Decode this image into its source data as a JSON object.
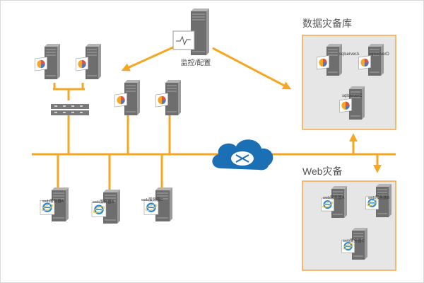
{
  "colors": {
    "link": "#f5a623",
    "tower_front": "#6e6e6e",
    "tower_side": "#9a9a9a",
    "tower_top": "#b5b5b5",
    "box_fill": "#e6e6e6",
    "box_stroke": "#f0a848",
    "cloud": "#1a6fb5",
    "ie_blue": "#2b8ad6"
  },
  "monitor": {
    "label": "监控/配置"
  },
  "dr_db": {
    "title": "数据灾备库",
    "servers": [
      {
        "label": "sqlserverA"
      },
      {
        "label": "sqlserverD"
      },
      {
        "label": "sqlserverC"
      }
    ]
  },
  "web_dr": {
    "title": "Web灾备",
    "servers": [
      {
        "label": "web服务器A"
      },
      {
        "label": "web服务器B"
      },
      {
        "label": "web服务器C"
      }
    ]
  },
  "web_servers": [
    {
      "label": "web服务器A"
    },
    {
      "label": "web服务器B"
    },
    {
      "label": "web服务器C"
    }
  ],
  "icons": {
    "db_server": "database-server-icon",
    "web_server": "web-server-icon",
    "switch": "network-switch-icon",
    "cloud": "cloud-router-icon",
    "monitor": "monitor-server-icon"
  }
}
